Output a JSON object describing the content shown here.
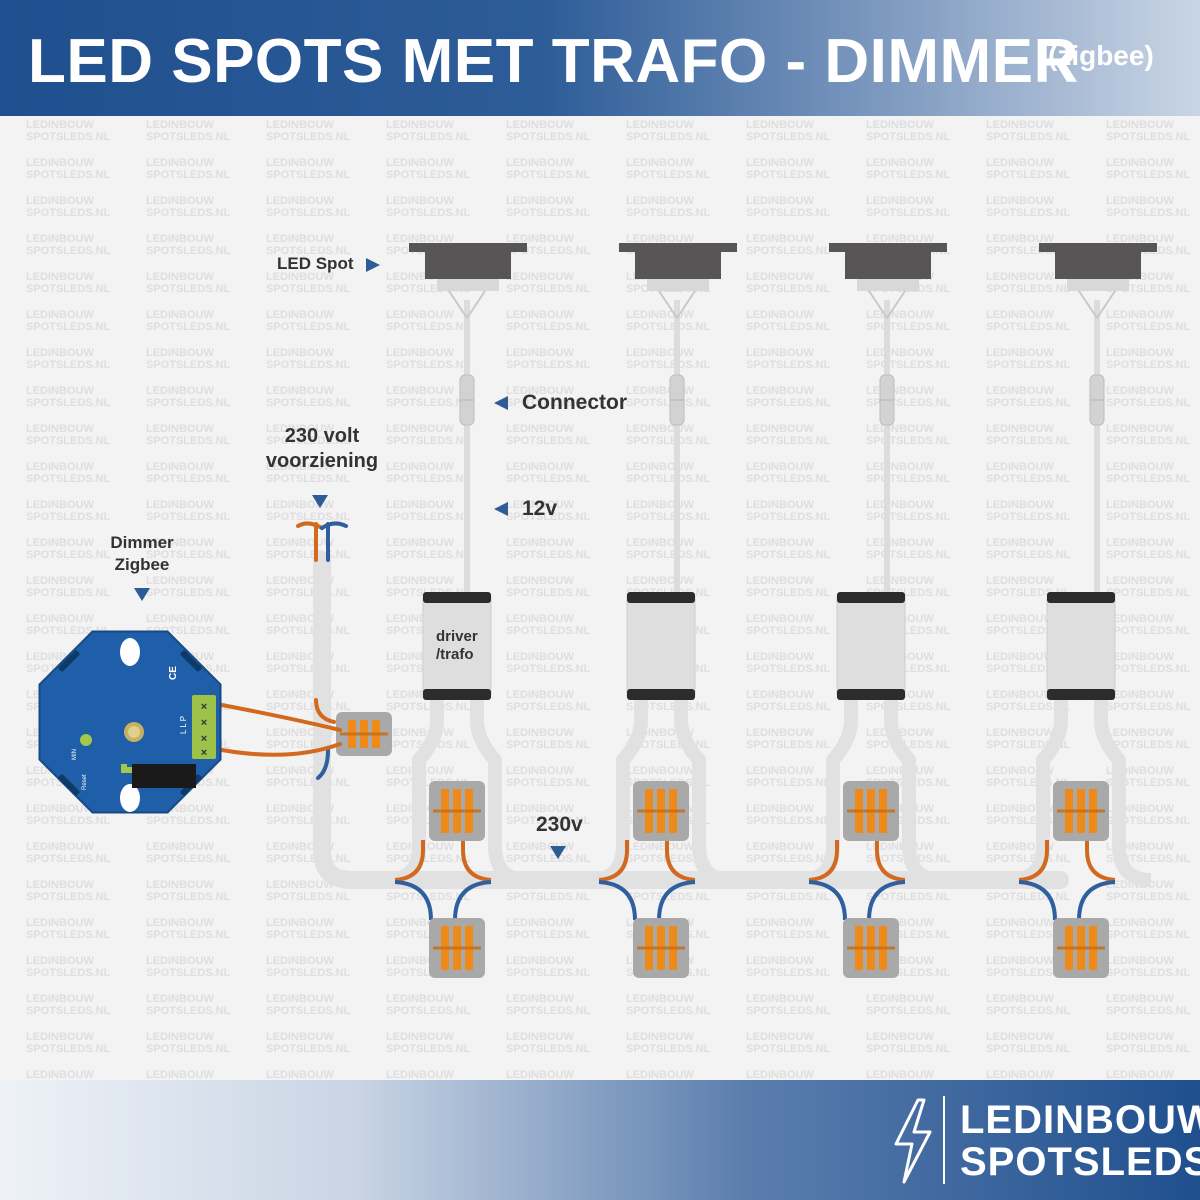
{
  "title": "LED SPOTS MET TRAFO - DIMMER",
  "subtitle": "(zigbee)",
  "labels": {
    "led_spot": "LED Spot",
    "connector": "Connector",
    "v12": "12v",
    "supply_1": "230 volt",
    "supply_2": "voorziening",
    "dimmer_1": "Dimmer",
    "dimmer_2": "Zigbee",
    "driver_1": "driver",
    "driver_2": "/trafo",
    "v230": "230v"
  },
  "dimmer_markings": {
    "terminals": "L  L  P",
    "min": "MIN",
    "reset": "Reset",
    "ce": "CE"
  },
  "brand": {
    "line1": "LEDINBOUW",
    "line2": "SPOTSLEDS.NL"
  },
  "watermark": {
    "line1": "LEDINBOUW",
    "line2": "SPOTSLEDS.NL"
  },
  "colors": {
    "header_blue": "#1f4f8e",
    "wire_orange": "#d2691e",
    "wire_blue": "#2f5f9e",
    "cable_grey": "#e1e1e1",
    "spot_dark": "#575555",
    "dimmer_blue": "#1f5ea8",
    "terminal_green": "#9cc24a"
  },
  "spot_count": 4
}
